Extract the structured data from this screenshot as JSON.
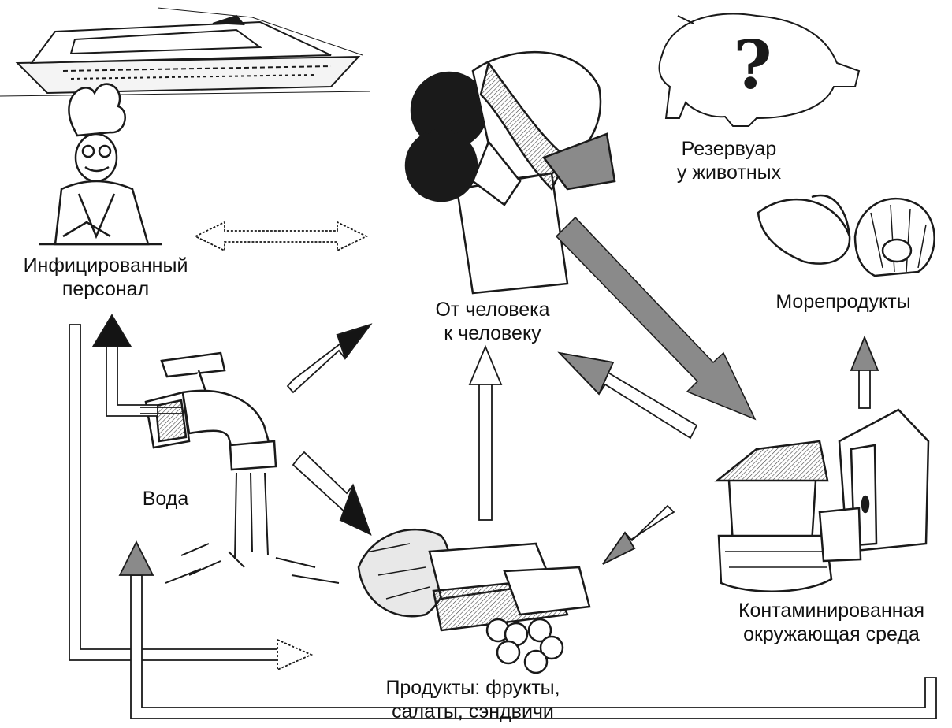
{
  "nodes": {
    "staff": {
      "lines": [
        "Инфицированный",
        "персонал"
      ]
    },
    "person_to_person": {
      "lines": [
        "От человека",
        "к человеку"
      ]
    },
    "animal_reservoir": {
      "lines": [
        "Резервуар",
        "у животных"
      ],
      "symbol": "?"
    },
    "seafood": {
      "lines": [
        "Морепродукты"
      ]
    },
    "water": {
      "lines": [
        "Вода"
      ]
    },
    "foods": {
      "lines": [
        "Продукты: фрукты,",
        "салаты, сэндвичи"
      ]
    },
    "environment": {
      "lines": [
        "Контаминированная",
        "окружающая среда"
      ]
    }
  },
  "colors": {
    "outline": "#1a1a1a",
    "gray_arrow": "#8a8a8a",
    "dark_arrow": "#141414",
    "white_arrow": "#ffffff",
    "illustration_gray": "#6e6e6e"
  },
  "icons": [
    "cruise-ship-icon",
    "chef-icon",
    "people-icon",
    "pig-icon",
    "seafood-icon",
    "faucet-icon",
    "food-icon",
    "well-outhouse-icon"
  ]
}
